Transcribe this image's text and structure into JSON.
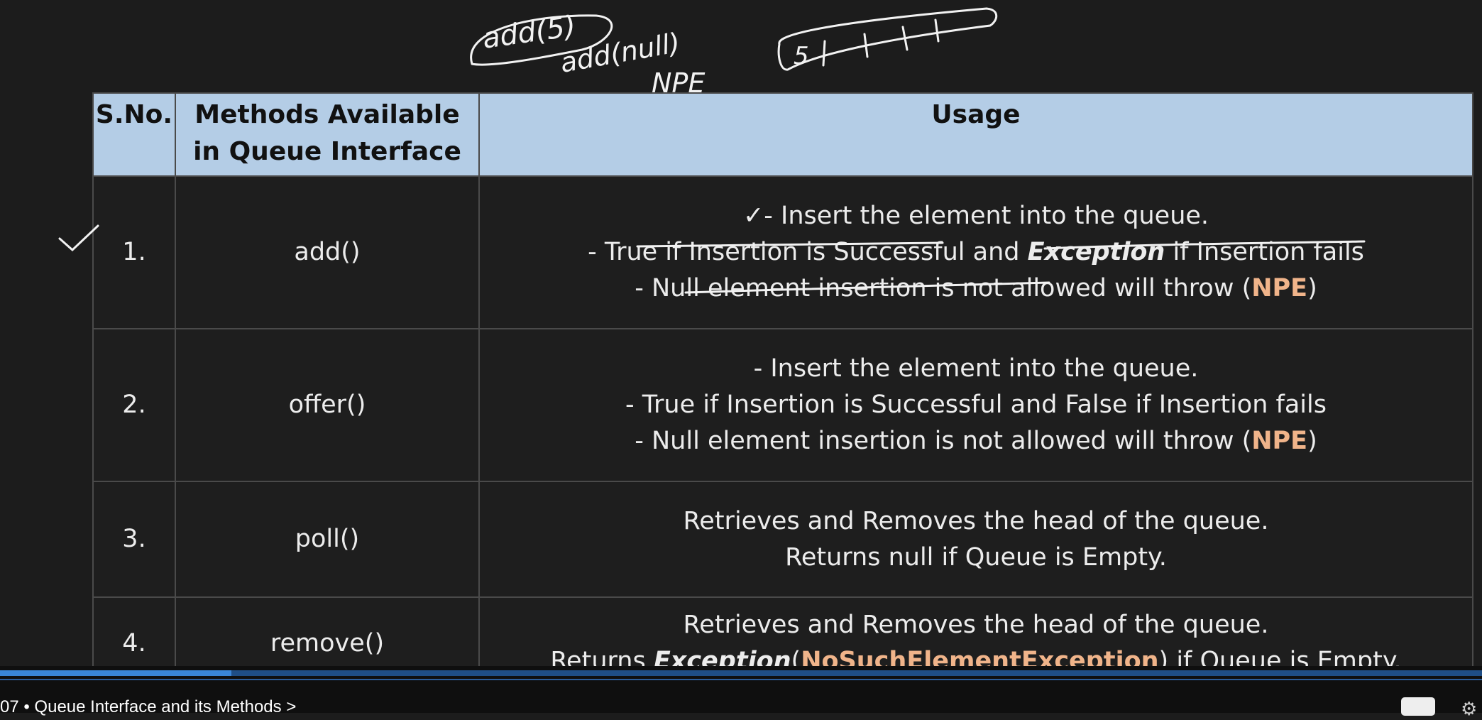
{
  "table": {
    "headers": [
      "S.No.",
      "Methods Available",
      "in Queue Interface",
      "Usage"
    ],
    "rows": [
      {
        "sno": "1.",
        "method": "add()",
        "check": "✓",
        "line1": "- Insert the element into the queue.",
        "line2_a": "- True if Insertion is Successful and ",
        "line2_b": "Exception",
        "line2_c": " if Insertion fails",
        "line3_a": "- Null element insertion is not allowed will throw (",
        "line3_b": "NPE",
        "line3_c": ")"
      },
      {
        "sno": "2.",
        "method": "offer()",
        "line1": "- Insert the element into the queue.",
        "line2": "- True if Insertion is Successful and False if Insertion fails",
        "line3_a": "- Null element insertion is not allowed will throw (",
        "line3_b": "NPE",
        "line3_c": ")"
      },
      {
        "sno": "3.",
        "method": "poll()",
        "line1": "Retrieves and Removes the head of the queue.",
        "line2": "Returns null if Queue is Empty."
      },
      {
        "sno": "4.",
        "method": "remove()",
        "line1": "Retrieves and Removes the head of the queue.",
        "line2_a": "Returns ",
        "line2_b": "Exception",
        "line2_c": "(",
        "line2_d": "NoSuchElementException",
        "line2_e": ") if Queue is Empty."
      }
    ]
  },
  "annotations": {
    "handwritten": [
      "add(5)",
      "add(null)",
      "NPE",
      "5"
    ]
  },
  "player": {
    "chapter": "07 • Queue Interface and its Methods >",
    "progress_fraction": 0.156
  },
  "colors": {
    "background": "#1c1c1c",
    "header": "#b4cde6",
    "highlight": "#f0b48a",
    "progress": "#3a86d8"
  }
}
